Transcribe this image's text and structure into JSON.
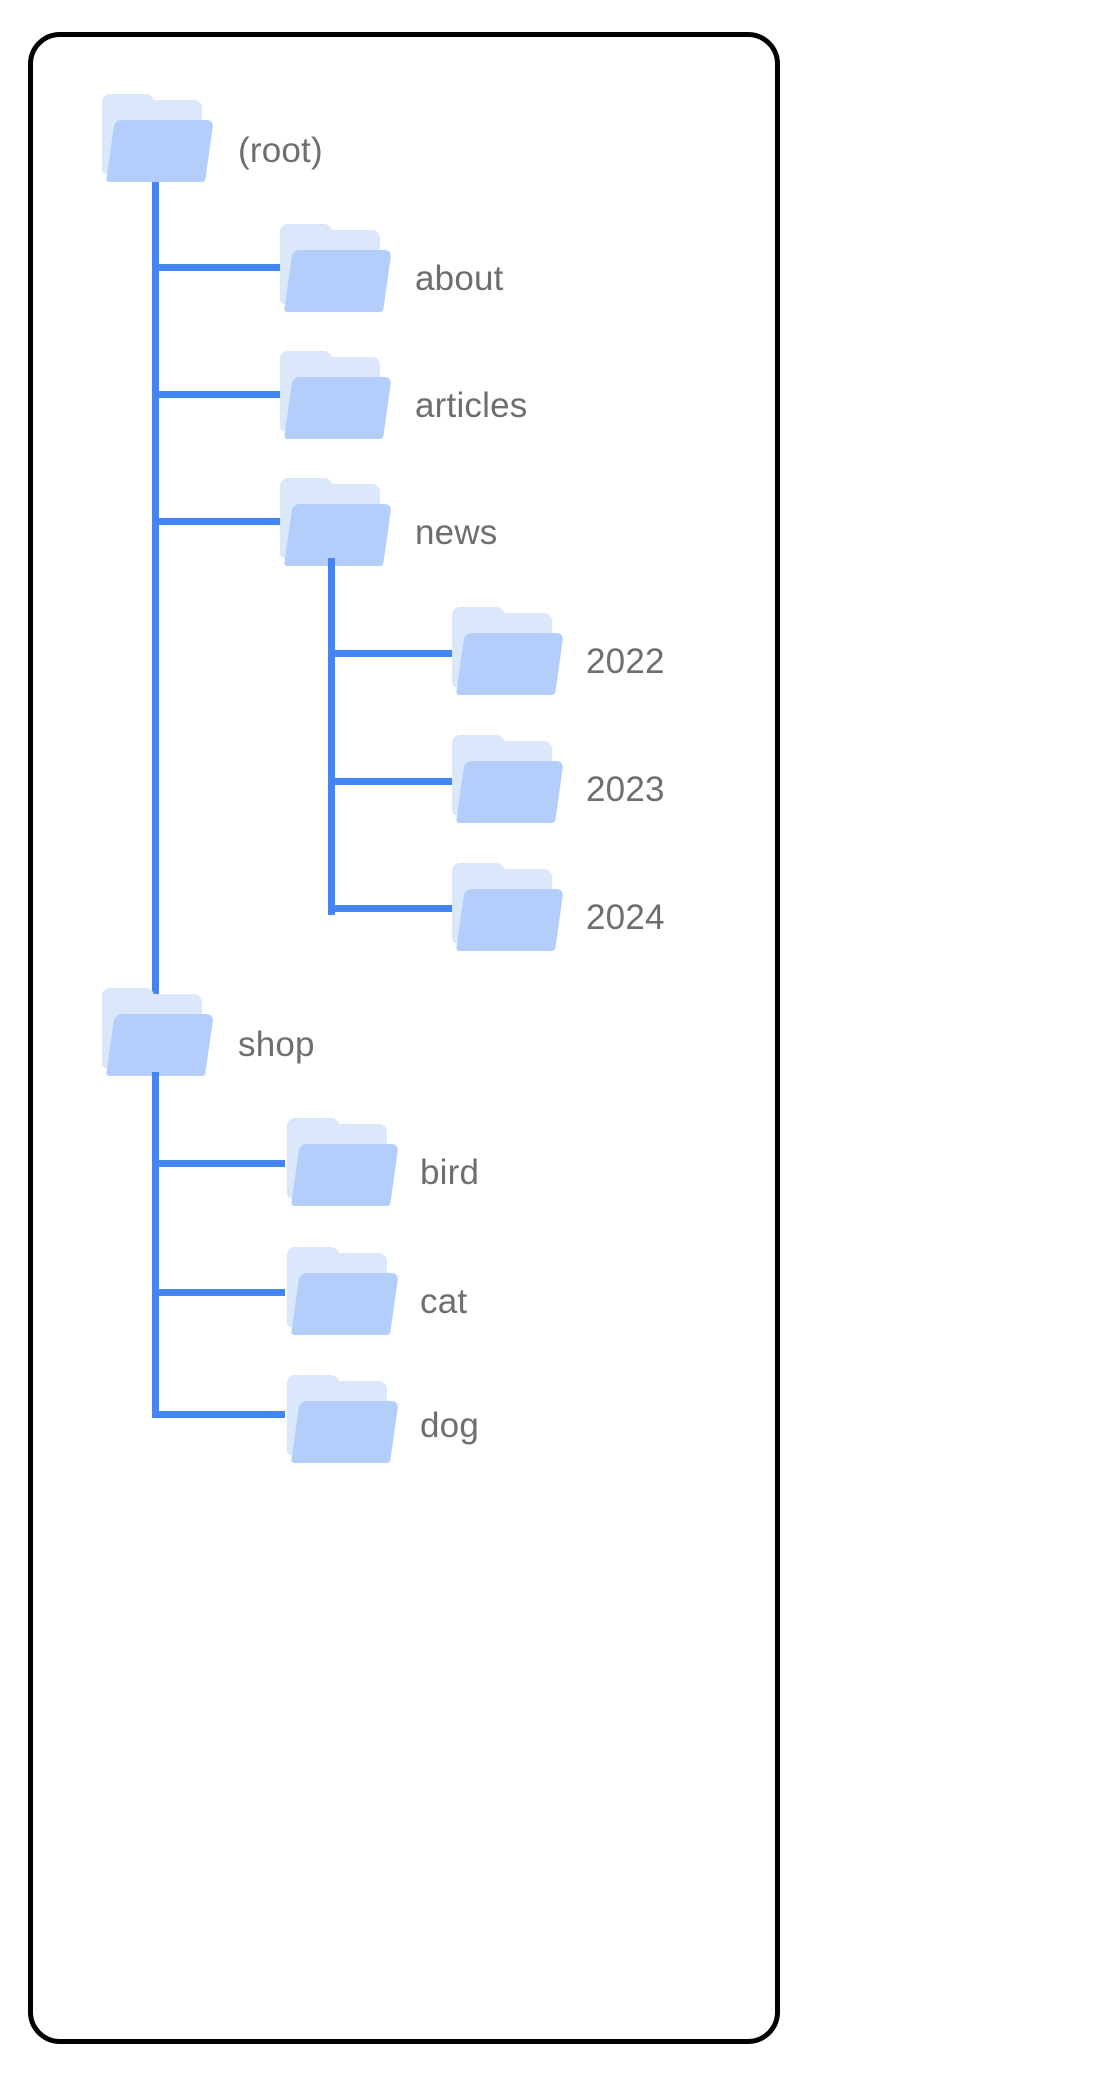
{
  "diagram": {
    "kind": "folder-tree",
    "root_label": "(root)",
    "colors": {
      "card_border": "#000000",
      "card_background": "#ffffff",
      "connector_line": "#4285f4",
      "folder_back": "#dbe7fa",
      "folder_front": "#b4cefb",
      "label_text": "#6e6e6e"
    },
    "nodes": [
      {
        "id": "root",
        "label": "(root)",
        "depth": 0,
        "icon": "folder-icon"
      },
      {
        "id": "about",
        "label": "about",
        "depth": 1,
        "icon": "folder-icon"
      },
      {
        "id": "articles",
        "label": "articles",
        "depth": 1,
        "icon": "folder-icon"
      },
      {
        "id": "news",
        "label": "news",
        "depth": 1,
        "icon": "folder-icon"
      },
      {
        "id": "news2022",
        "label": "2022",
        "depth": 2,
        "icon": "folder-icon"
      },
      {
        "id": "news2023",
        "label": "2023",
        "depth": 2,
        "icon": "folder-icon"
      },
      {
        "id": "news2024",
        "label": "2024",
        "depth": 2,
        "icon": "folder-icon"
      },
      {
        "id": "shop",
        "label": "shop",
        "depth": 1,
        "icon": "folder-icon"
      },
      {
        "id": "bird",
        "label": "bird",
        "depth": 2,
        "icon": "folder-icon"
      },
      {
        "id": "cat",
        "label": "cat",
        "depth": 2,
        "icon": "folder-icon"
      },
      {
        "id": "dog",
        "label": "dog",
        "depth": 2,
        "icon": "folder-icon"
      }
    ],
    "edges": [
      {
        "from": "root",
        "to": "about"
      },
      {
        "from": "root",
        "to": "articles"
      },
      {
        "from": "root",
        "to": "news"
      },
      {
        "from": "root",
        "to": "shop"
      },
      {
        "from": "news",
        "to": "news2022"
      },
      {
        "from": "news",
        "to": "news2023"
      },
      {
        "from": "news",
        "to": "news2024"
      },
      {
        "from": "shop",
        "to": "bird"
      },
      {
        "from": "shop",
        "to": "cat"
      },
      {
        "from": "shop",
        "to": "dog"
      }
    ]
  }
}
